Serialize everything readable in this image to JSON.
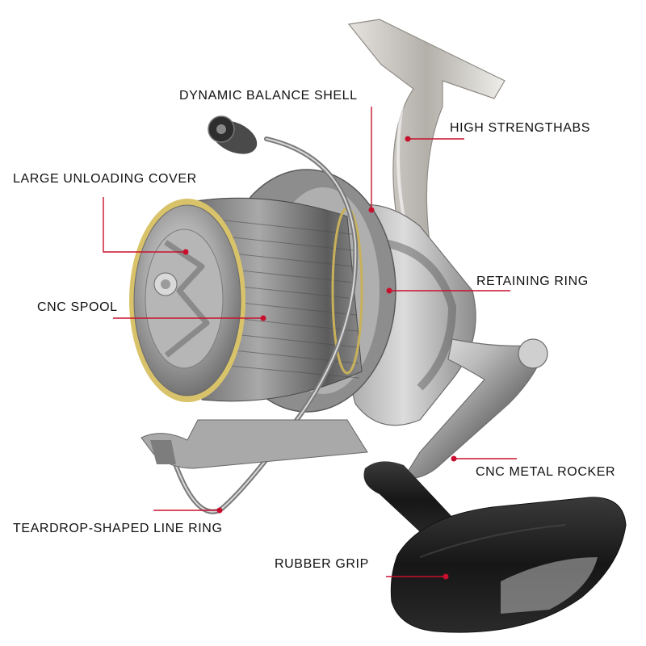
{
  "image": {
    "subject": "spinning-fishing-reel",
    "accent_color": "#c8102e",
    "labels": {
      "dynamic_balance_shell": "DYNAMIC BALANCE SHELL",
      "high_strength_abs": "HIGH STRENGTHABS",
      "large_unloading_cover": "LARGE UNLOADING COVER",
      "retaining_ring": "RETAINING RING",
      "cnc_spool": "CNC SPOOL",
      "cnc_metal_rocker": "CNC METAL ROCKER",
      "teardrop_line_ring": "TEARDROP-SHAPED LINE RING",
      "rubber_grip": "RUBBER GRIP"
    }
  }
}
